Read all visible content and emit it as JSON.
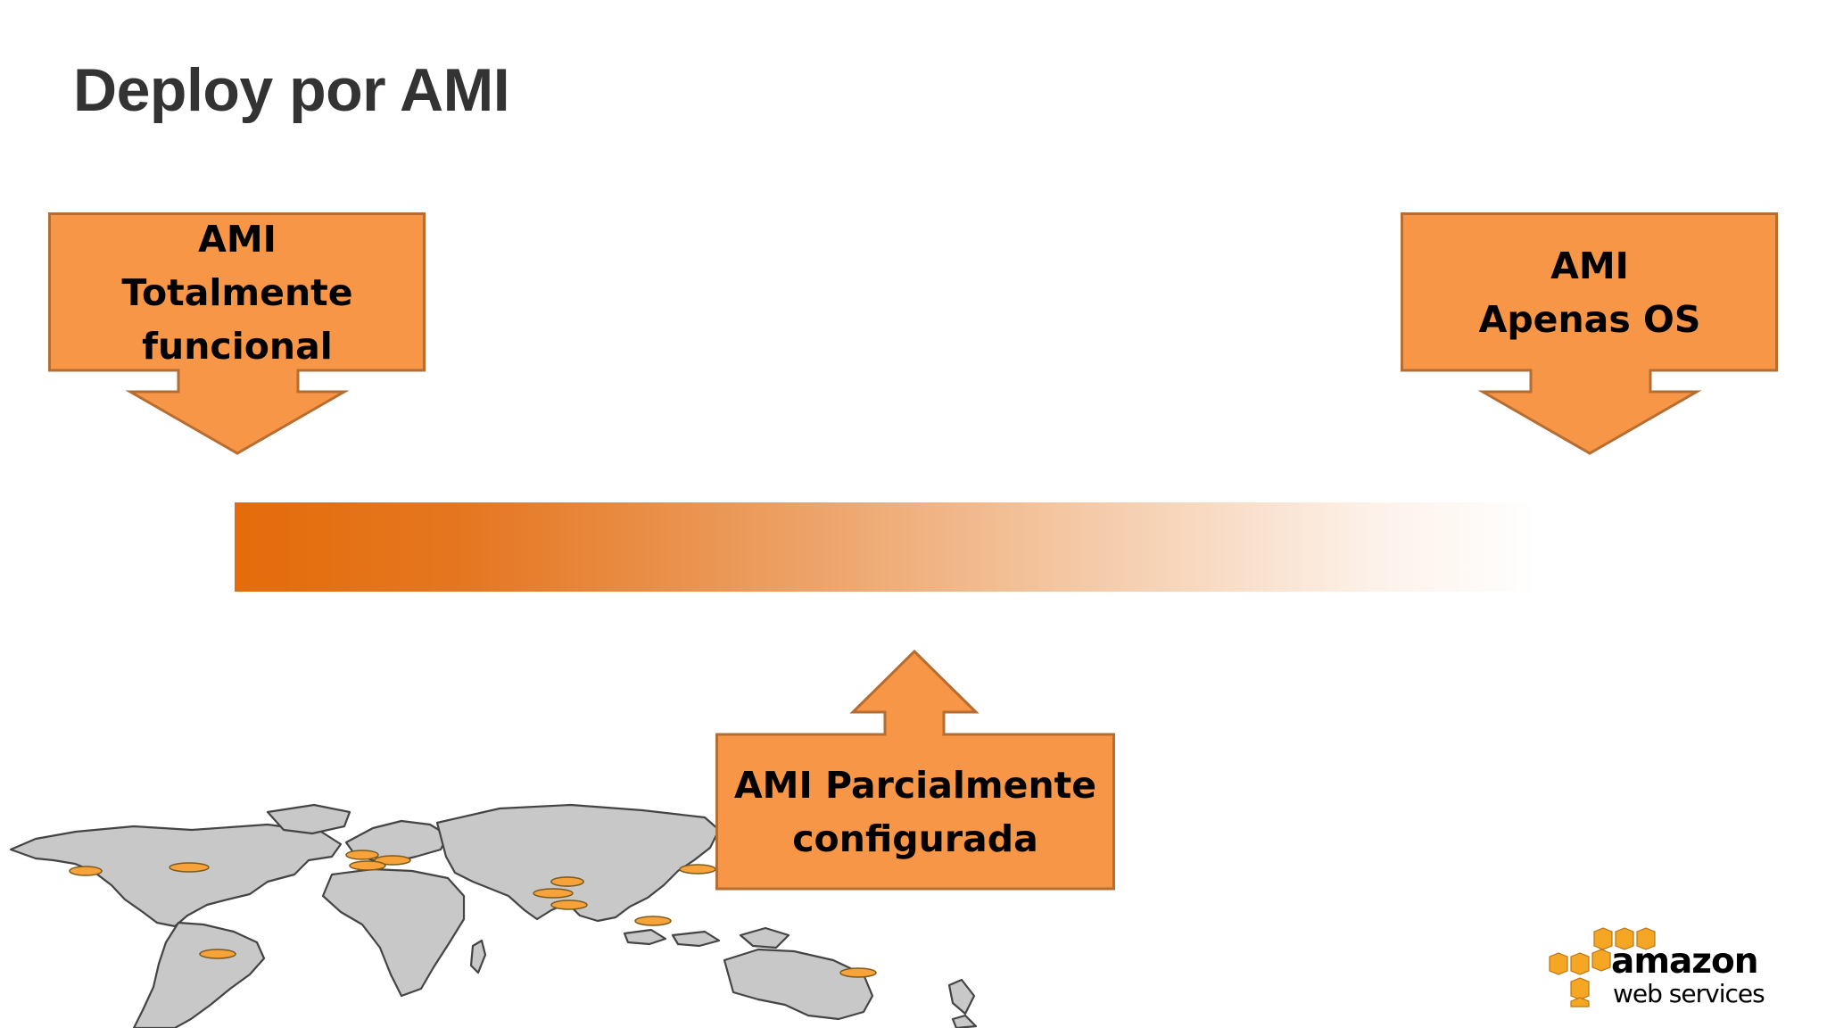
{
  "slide": {
    "title": "Deploy por AMI"
  },
  "callouts": {
    "left": {
      "line1": "AMI",
      "line2": "Totalmente",
      "line3": "funcional"
    },
    "right": {
      "line1": "AMI",
      "line2": "Apenas OS"
    },
    "bottom": {
      "line1": "AMI Parcialmente",
      "line2": "configurada"
    }
  },
  "logo": {
    "brand": "amazon",
    "tagline": "web services"
  },
  "colors": {
    "callout_fill": "#f79646",
    "callout_border": "#b66d31",
    "gradient_start": "#e46c0a",
    "title_text": "#333333",
    "logo_orange": "#f5a623"
  }
}
